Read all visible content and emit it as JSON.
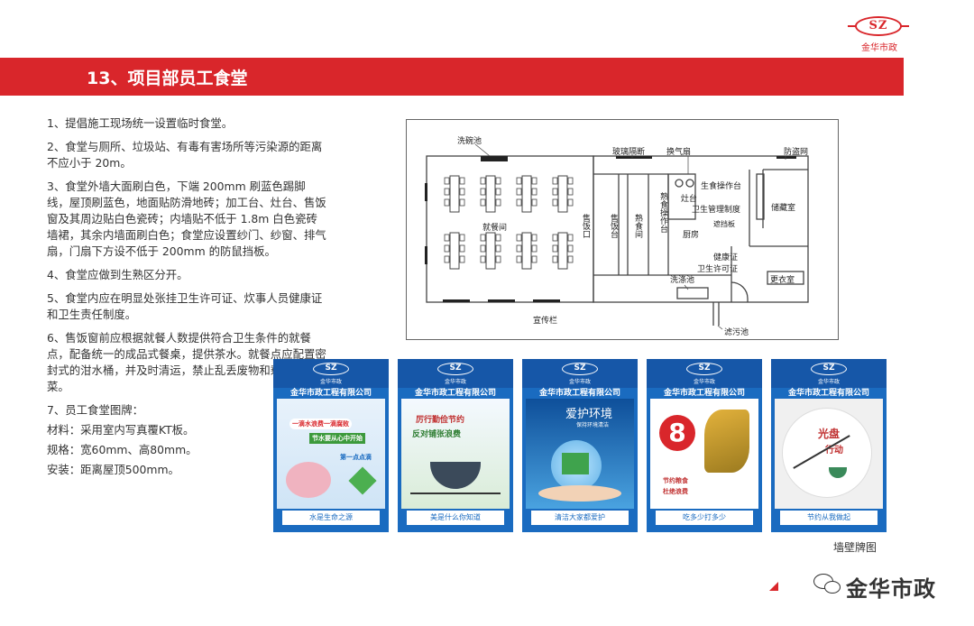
{
  "logo": {
    "mark": "SZ",
    "name": "金华市政"
  },
  "banner": {
    "title": "13、项目部员工食堂"
  },
  "content": {
    "items": [
      "1、提倡施工现场统一设置临时食堂。",
      "2、食堂与厕所、垃圾站、有毒有害场所等污染源的距离不应小于 20m。",
      "3、食堂外墙大面刷白色，下端 200mm 刷蓝色踢脚线，屋顶刷蓝色，地面贴防滑地砖；加工台、灶台、售饭窗及其周边贴白色瓷砖；内墙贴不低于 1.8m 白色瓷砖墙裙，其余内墙面刷白色；食堂应设置纱门、纱窗、排气扇，门扇下方设不低于 200mm 的防鼠挡板。",
      "4、食堂应做到生熟区分开。",
      "5、食堂内应在明显处张挂卫生许可证、炊事人员健康证和卫生责任制度。",
      "6、售饭窗前应根据就餐人数提供符合卫生条件的就餐点，配备统一的成品式餐桌，提供茶水。就餐点应配置密封式的泔水桶，并及时清运，禁止乱丢废物和剩余的饭菜。"
    ],
    "sign": {
      "heading": "7、员工食堂图牌：",
      "material": "材料：采用室内写真覆KT板。",
      "spec": "规格：宽60mm、高80mm。",
      "install": "安装：距离屋顶500mm。"
    }
  },
  "floorplan": {
    "labels": {
      "wash_pool": "洗碗池",
      "dining": "就餐间",
      "promo": "宣传栏",
      "glass": "玻璃隔断",
      "vent": "换气扇",
      "security_net": "防盗网",
      "serving_window": "售饭口",
      "serving_counter": "售饭台",
      "cooked_room": "熟食间",
      "cooked_table": "熟食操作台",
      "stove": "灶台",
      "raw_table": "生食操作台",
      "storage": "储藏室",
      "hygiene_rules": "卫生管理制度",
      "partition": "遮挡板",
      "kitchen": "厨房",
      "health_cert": "健康证",
      "hygiene_license": "卫生许可证",
      "wash_sink": "洗涤池",
      "locker": "更衣室",
      "sewage": "滤污池"
    }
  },
  "posters": [
    {
      "mark": "SZ",
      "small": "金华市政",
      "company": "金华市政工程有限公司",
      "lines": [
        "一滴水浪费一滴腐败",
        "节水要从心中开始",
        "第一点点滴"
      ],
      "bottom": "水是生命之源"
    },
    {
      "mark": "SZ",
      "small": "金华市政",
      "company": "金华市政工程有限公司",
      "lines": [
        "厉行勤俭节约",
        "反对铺张浪费"
      ],
      "bottom": "美是什么你知道"
    },
    {
      "mark": "SZ",
      "small": "金华市政",
      "company": "金华市政工程有限公司",
      "lines": [
        "爱护环境",
        "保持环境清洁"
      ],
      "bottom": "清洁大家都爱护"
    },
    {
      "mark": "SZ",
      "small": "金华市政",
      "company": "金华市政工程有限公司",
      "lines": [
        "节约粮食",
        "杜绝浪费"
      ],
      "bottom": "吃多少打多少"
    },
    {
      "mark": "SZ",
      "small": "金华市政",
      "company": "金华市政工程有限公司",
      "lines": [
        "光盘",
        "行动"
      ],
      "bottom": "节约从我做起"
    }
  ],
  "caption": "墙壁牌图",
  "watermark": "金华市政",
  "colors": {
    "brand_red": "#d9262b",
    "poster_blue": "#1a6bc0"
  }
}
